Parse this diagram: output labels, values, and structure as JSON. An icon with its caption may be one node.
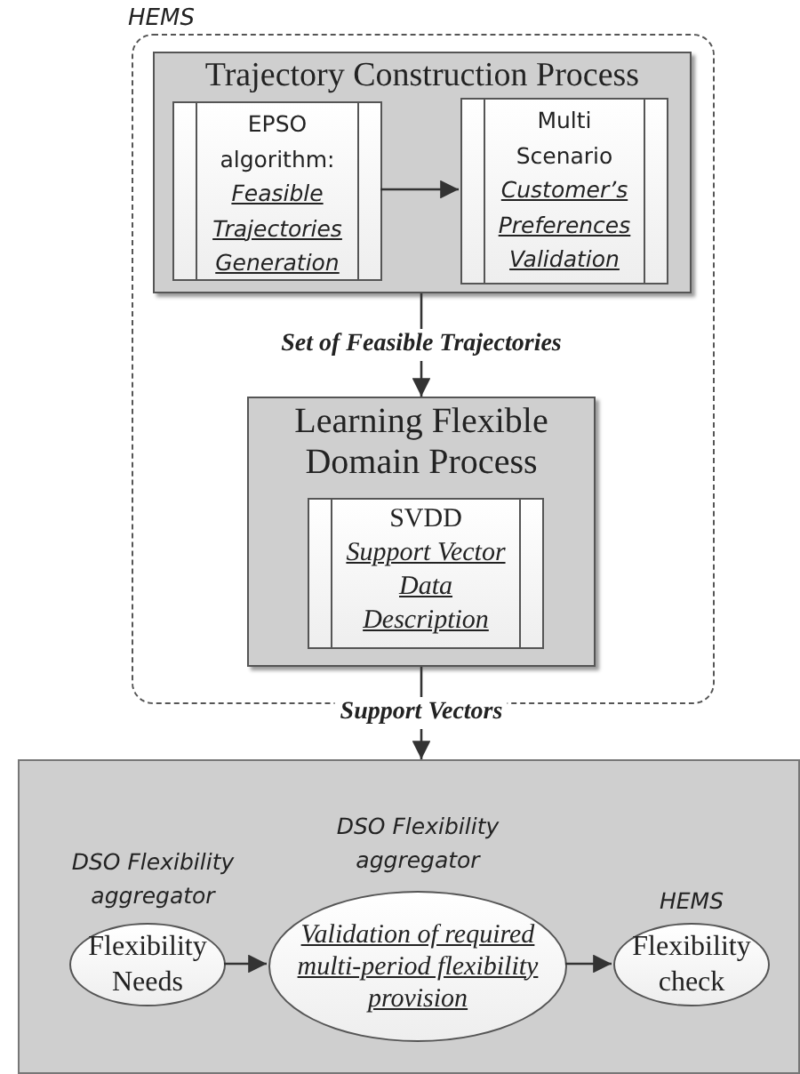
{
  "diagram": {
    "nodes": [
      {
        "text": [
          "HEMS"
        ]
      },
      {
        "text": [
          "Trajectory Construction Process"
        ],
        "in": 0
      },
      {
        "text": [
          "EPSO algorithm:",
          "Feasible Trajectories Generation"
        ],
        "in": 1
      },
      {
        "text": [
          "Multi Scenario",
          "Customer’s Preferences Validation"
        ],
        "in": 1
      },
      {
        "text": [
          "Learning Flexible Domain Process"
        ],
        "in": 0
      },
      {
        "text": [
          "SVDD",
          "Support Vector Data Description"
        ],
        "in": 4
      },
      {
        "text": [],
        "shape": "box"
      },
      {
        "text": [
          "Flexibility Needs"
        ],
        "in": 6,
        "beside": [
          "DSO Flexibility aggregator"
        ]
      },
      {
        "text": [
          "Validation of required multi-period flexibility provision"
        ],
        "in": 6,
        "beside": [
          "DSO Flexibility aggregator"
        ]
      },
      {
        "text": [
          "Flexibility check"
        ],
        "in": 6,
        "beside": [
          "HEMS"
        ]
      }
    ],
    "edges": [
      {
        "from": 2,
        "to": 3,
        "arrow": "to"
      },
      {
        "from": 1,
        "to": 4,
        "arrow": "to",
        "label": "Set of Feasible Trajectories"
      },
      {
        "from": 4,
        "to": 6,
        "arrow": "to",
        "label": "Support Vectors"
      },
      {
        "from": 7,
        "to": 8,
        "arrow": "to"
      },
      {
        "from": 8,
        "to": 9,
        "arrow": "to"
      }
    ]
  }
}
